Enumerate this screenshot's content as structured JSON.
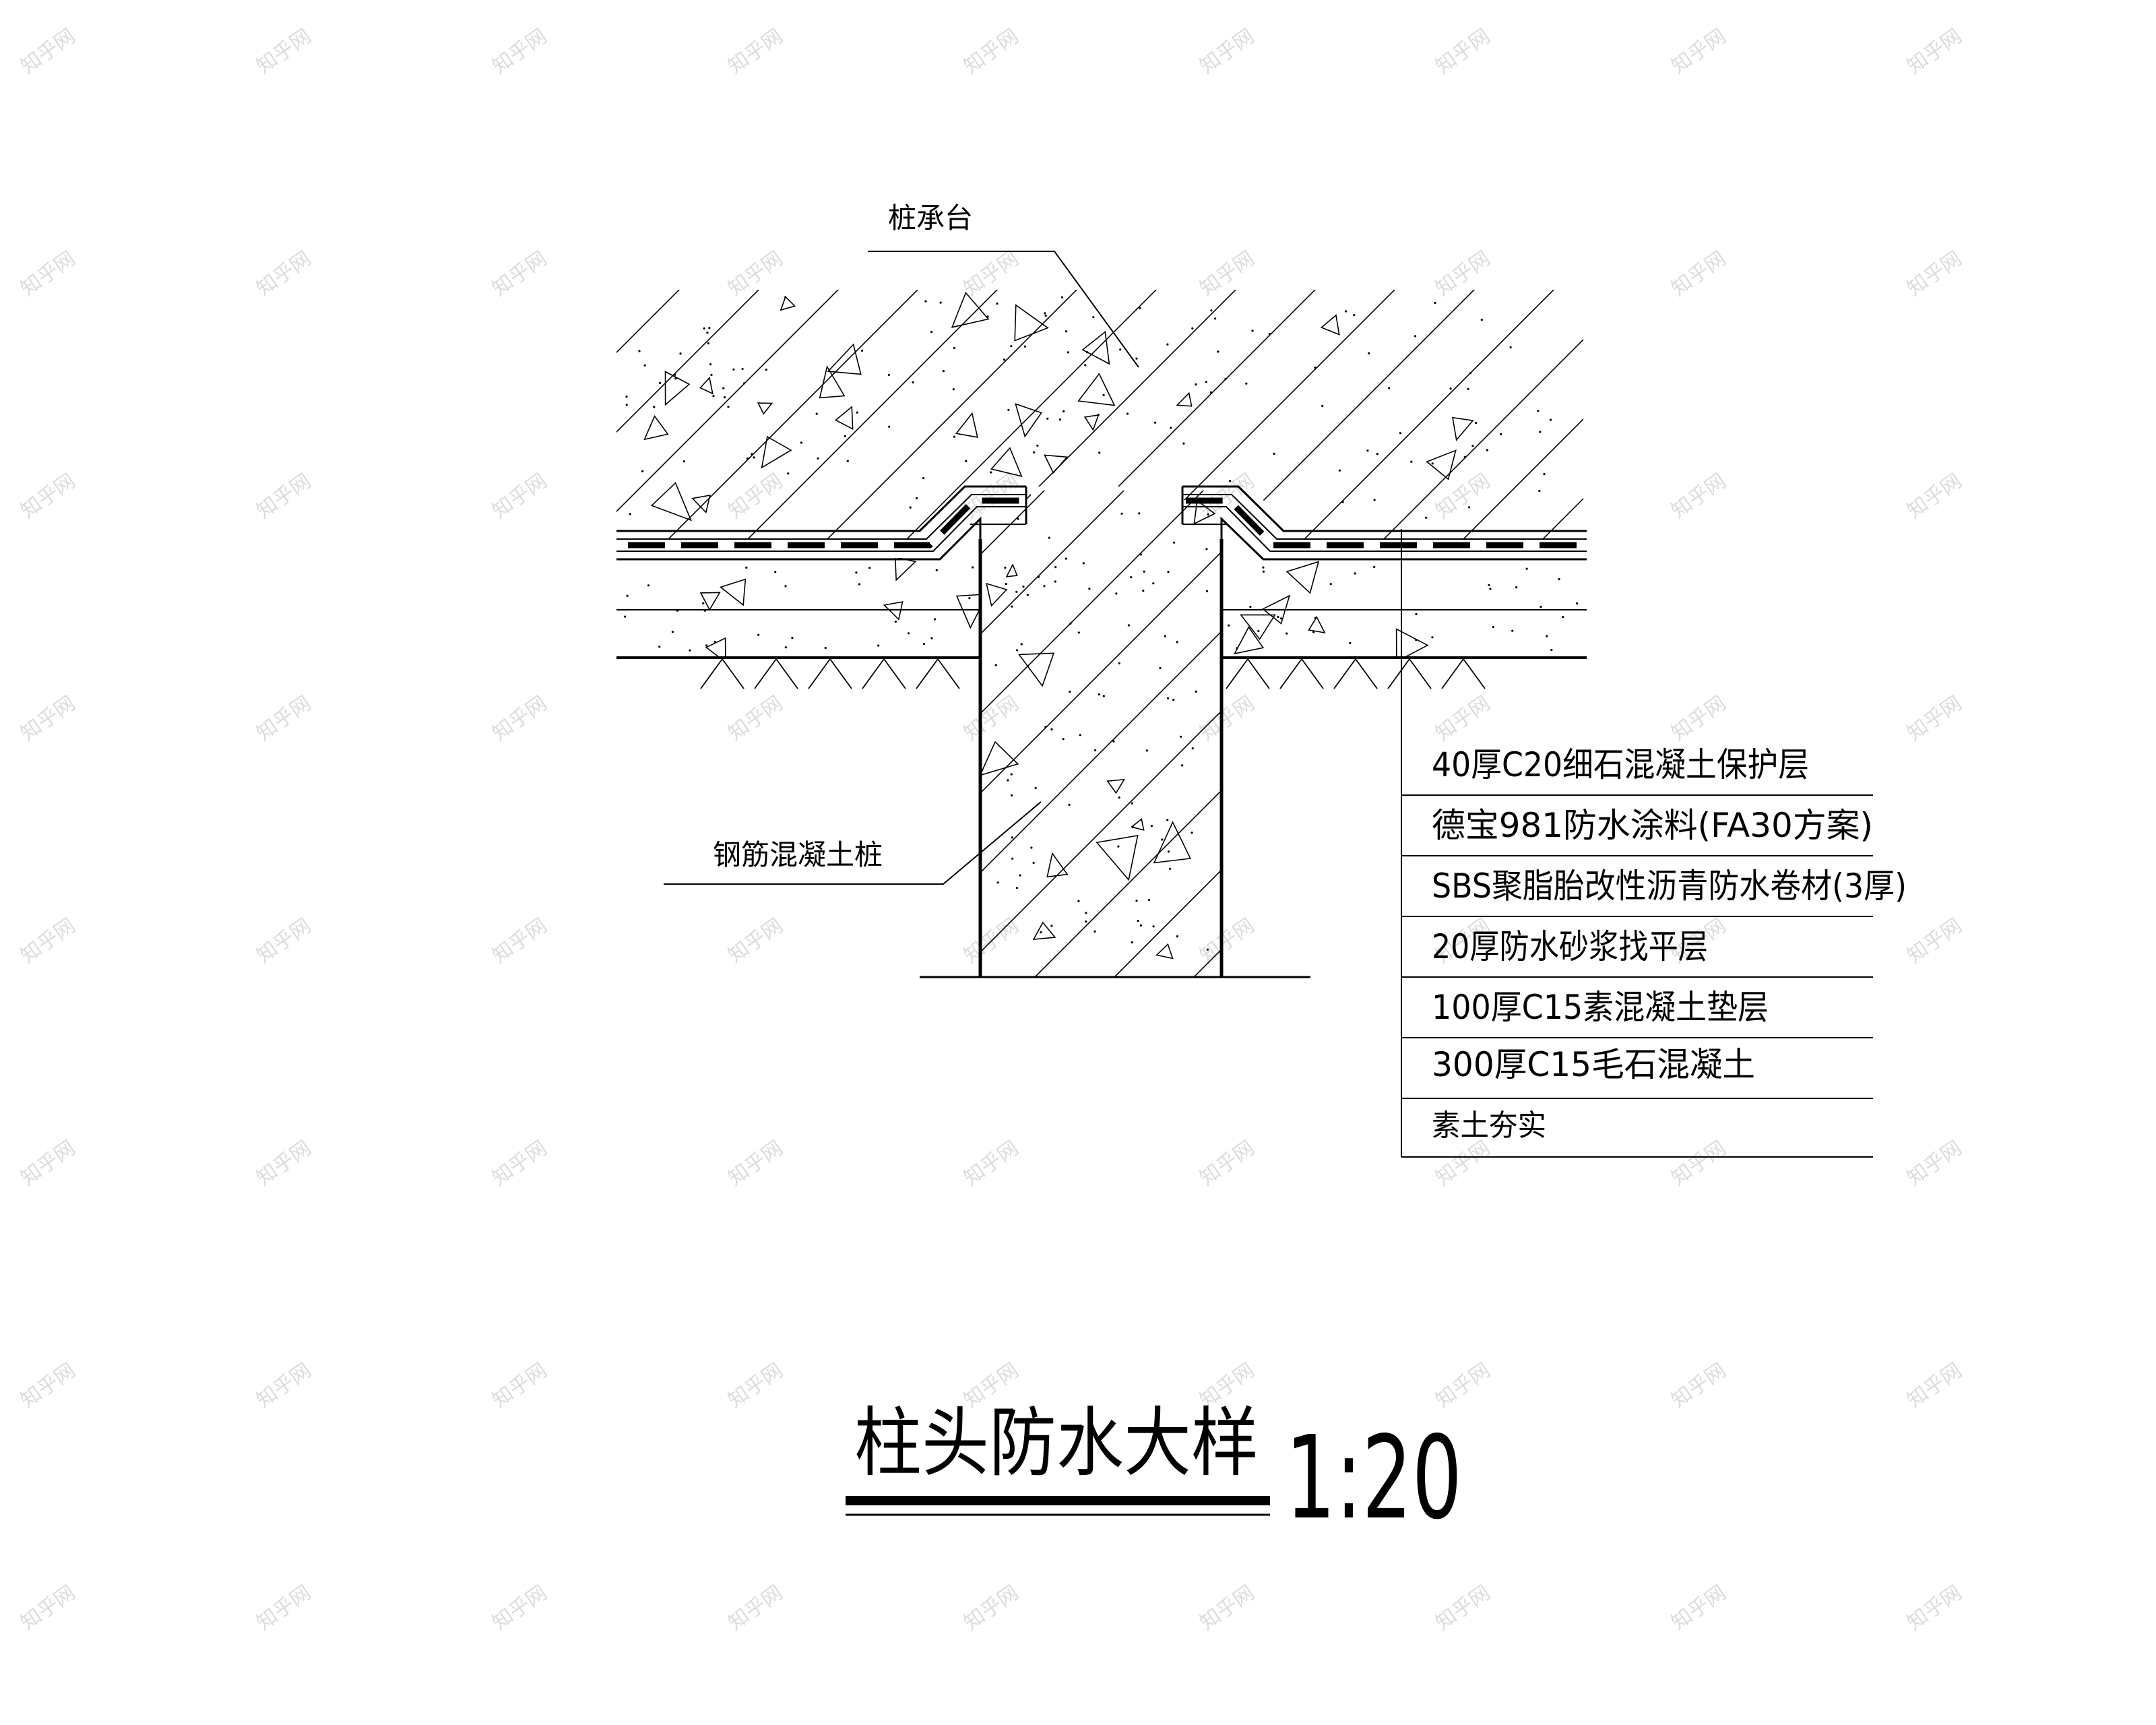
{
  "title": {
    "text": "柱头防水大样",
    "scale": "1:20"
  },
  "callouts": {
    "cap": "桩承台",
    "pile": "钢筋混凝土桩"
  },
  "layers": [
    {
      "label": "40厚C20细石混凝土保护层"
    },
    {
      "label": "德宝981防水涂料(FA30方案)"
    },
    {
      "label": "SBS聚脂胎改性沥青防水卷材(3厚)"
    },
    {
      "label": "20厚防水砂浆找平层"
    },
    {
      "label": "100厚C15素混凝土垫层"
    },
    {
      "label": "300厚C15毛石混凝土"
    },
    {
      "label": "素土夯实"
    }
  ],
  "watermark": {
    "text": "知乎网"
  },
  "colors": {
    "ink": "#000000",
    "background": "#ffffff",
    "watermark": "#dcdcdc"
  }
}
